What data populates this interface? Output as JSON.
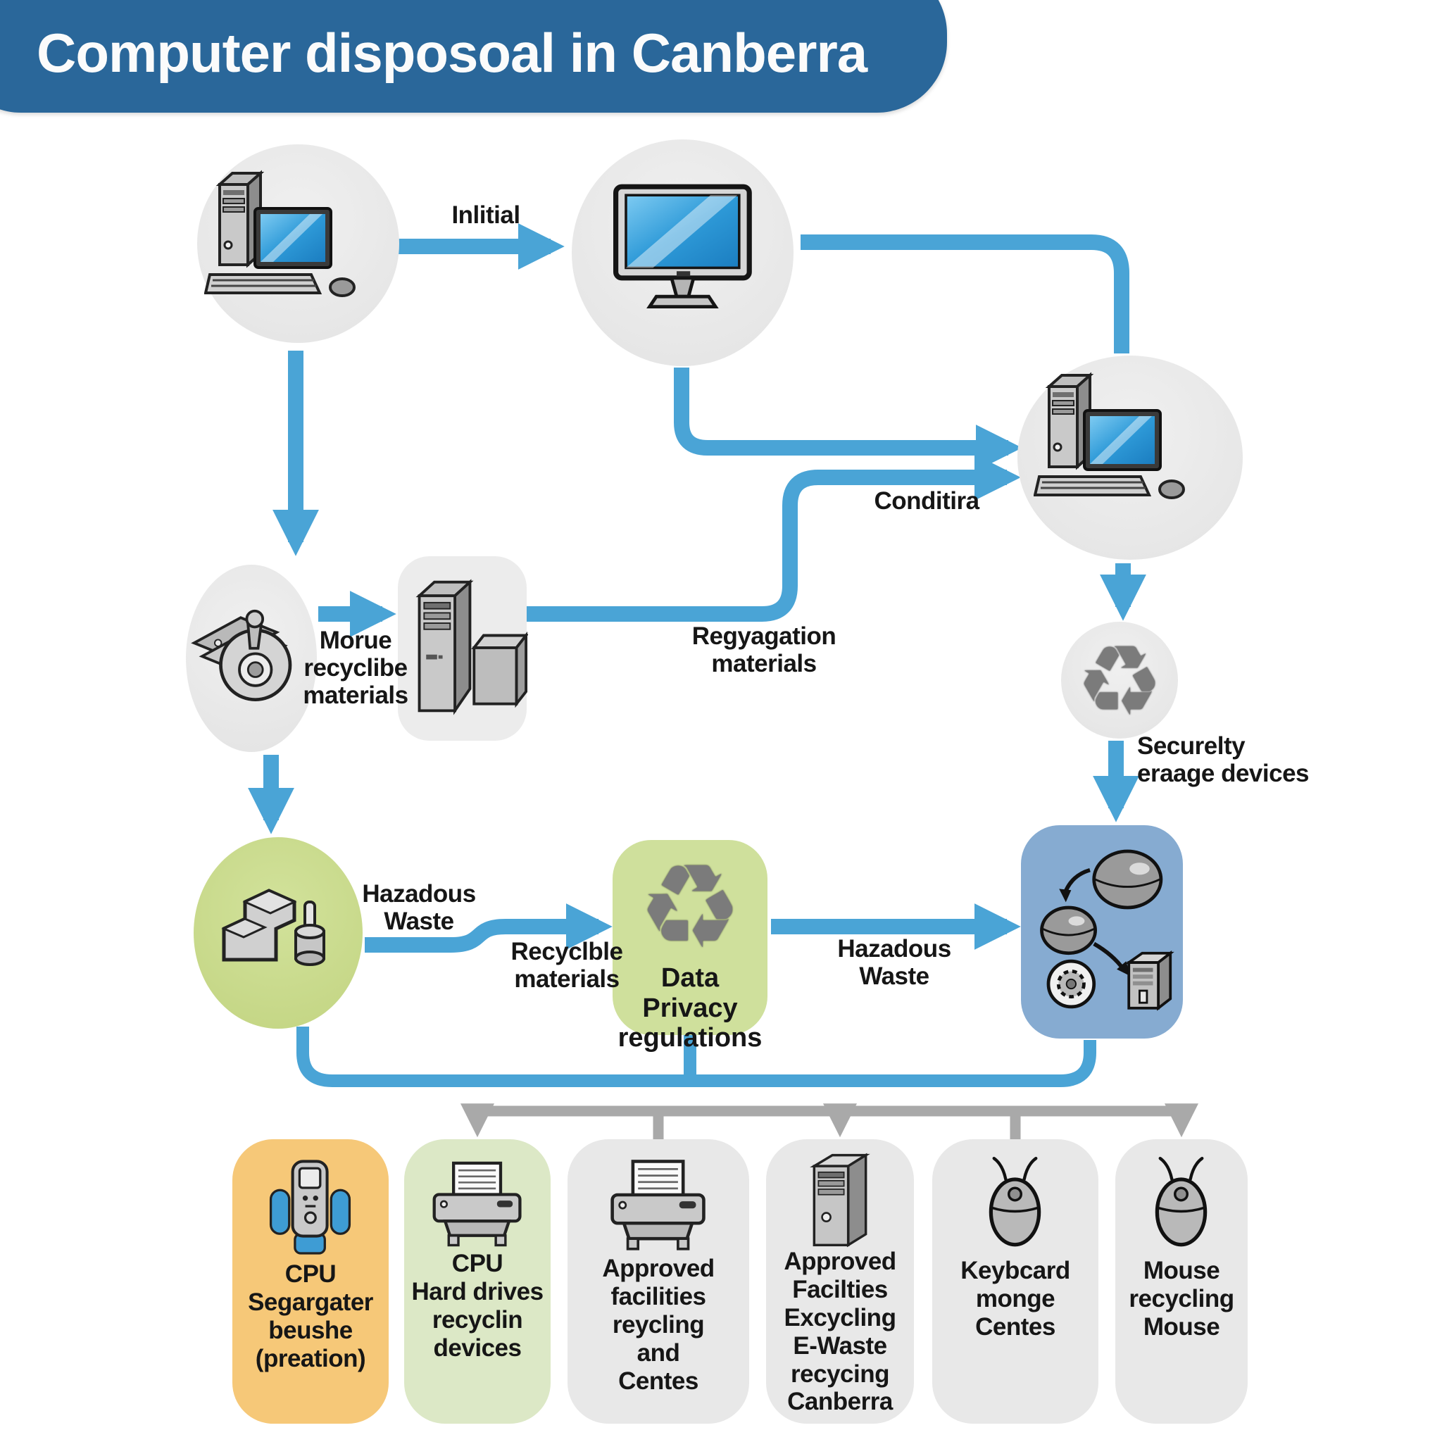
{
  "title": "Computer disposoal in Canberra",
  "colors": {
    "banner_blue": "#2a679a",
    "arrow_blue": "#4aa4d6",
    "connector_gray": "#a9a9a9",
    "node_circle_gray": "#e9e9e9",
    "segregation_box_gray": "#ececec",
    "green_circle": "#c9da90",
    "green_box": "#cfe09c",
    "blue_box": "#86abd1",
    "orange_box": "#f6c878",
    "light_green_box": "#dce8c6",
    "bottom_gray_box": "#e8e8e8",
    "screen_blue": "#2e9ad8"
  },
  "flow_labels": {
    "initial": {
      "lines": [
        "Inlitial"
      ]
    },
    "conditioned": {
      "lines": [
        "Conditira"
      ]
    },
    "more_recyclable": {
      "lines": [
        "Morue",
        "recyclibe",
        "materials"
      ]
    },
    "segregation_materials": {
      "lines": [
        "Regyagation",
        "materials"
      ]
    },
    "secure_erase": {
      "lines": [
        "Securelty",
        "eraage devices"
      ]
    },
    "hazardous_waste_left": {
      "lines": [
        "Hazadous",
        "Waste"
      ]
    },
    "recyclable_materials": {
      "lines": [
        "Recyclble",
        "materials"
      ]
    },
    "hazardous_waste_right": {
      "lines": [
        "Hazadous",
        "Waste"
      ]
    }
  },
  "nodes": {
    "data_privacy_box": {
      "lines": [
        "Data Privacy",
        "regulations"
      ]
    },
    "recycle_symbol": "♻"
  },
  "bottom_boxes": [
    {
      "icon": "handheld-device-icon",
      "lines": [
        "CPU",
        "Segargater",
        "beushe",
        "(preation)"
      ]
    },
    {
      "icon": "printer-icon",
      "lines": [
        "CPU",
        "Hard drives",
        "recyclin",
        "devices"
      ]
    },
    {
      "icon": "printer-icon",
      "lines": [
        "Approved",
        "facilities",
        "reycling",
        "and",
        "Centes"
      ]
    },
    {
      "icon": "computer-tower-icon",
      "lines": [
        "Approved",
        "Facilties",
        "Excycling",
        "E-Waste",
        "recycing",
        "Canberra"
      ]
    },
    {
      "icon": "mouse-icon",
      "lines": [
        "Keybcard",
        "monge",
        "Centes"
      ]
    },
    {
      "icon": "mouse-icon",
      "lines": [
        "Mouse",
        "recycling",
        "Mouse"
      ]
    }
  ]
}
